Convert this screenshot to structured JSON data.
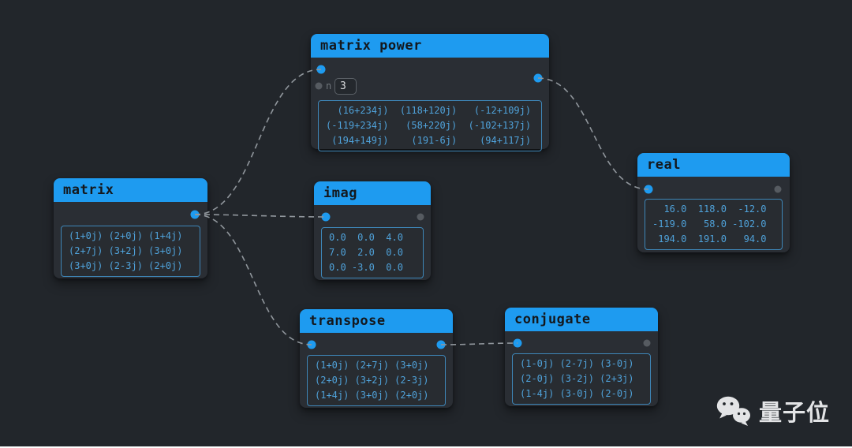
{
  "theme": {
    "background": "#22262b",
    "node_body": "#2a2e34",
    "header_blue": "#1e9bf0",
    "header_text": "#14181d",
    "matrix_text": "#4fa2da",
    "matrix_border": "#3e86b8",
    "wire_gray": "#90969c",
    "port_blue": "#1e9bf0",
    "port_gray": "#565b61"
  },
  "nodes": {
    "matrix_power": {
      "title": "matrix power",
      "param_label": "n",
      "param_value": "3",
      "rows": [
        "  (16+234j)  (118+120j)   (-12+109j)",
        "(-119+234j)   (58+220j)  (-102+137j)",
        " (194+149j)    (191-6j)    (94+117j)"
      ]
    },
    "matrix": {
      "title": "matrix",
      "rows": [
        "(1+0j) (2+0j) (1+4j)",
        "(2+7j) (3+2j) (3+0j)",
        "(3+0j) (2-3j) (2+0j)"
      ]
    },
    "imag": {
      "title": "imag",
      "rows": [
        "0.0  0.0  4.0",
        "7.0  2.0  0.0",
        "0.0 -3.0  0.0"
      ]
    },
    "real": {
      "title": "real",
      "rows": [
        "  16.0  118.0  -12.0",
        "-119.0   58.0 -102.0",
        " 194.0  191.0   94.0"
      ]
    },
    "transpose": {
      "title": "transpose",
      "rows": [
        "(1+0j) (2+7j) (3+0j)",
        "(2+0j) (3+2j) (2-3j)",
        "(1+4j) (3+0j) (2+0j)"
      ]
    },
    "conjugate": {
      "title": "conjugate",
      "rows": [
        "(1-0j) (2-7j) (3-0j)",
        "(2-0j) (3-2j) (2+3j)",
        "(1-4j) (3-0j) (2-0j)"
      ]
    }
  },
  "connections": [
    {
      "from": "matrix",
      "to": "matrix power"
    },
    {
      "from": "matrix",
      "to": "imag"
    },
    {
      "from": "matrix",
      "to": "transpose"
    },
    {
      "from": "matrix power",
      "to": "real"
    },
    {
      "from": "transpose",
      "to": "conjugate"
    }
  ],
  "watermark": {
    "text": "量子位"
  }
}
